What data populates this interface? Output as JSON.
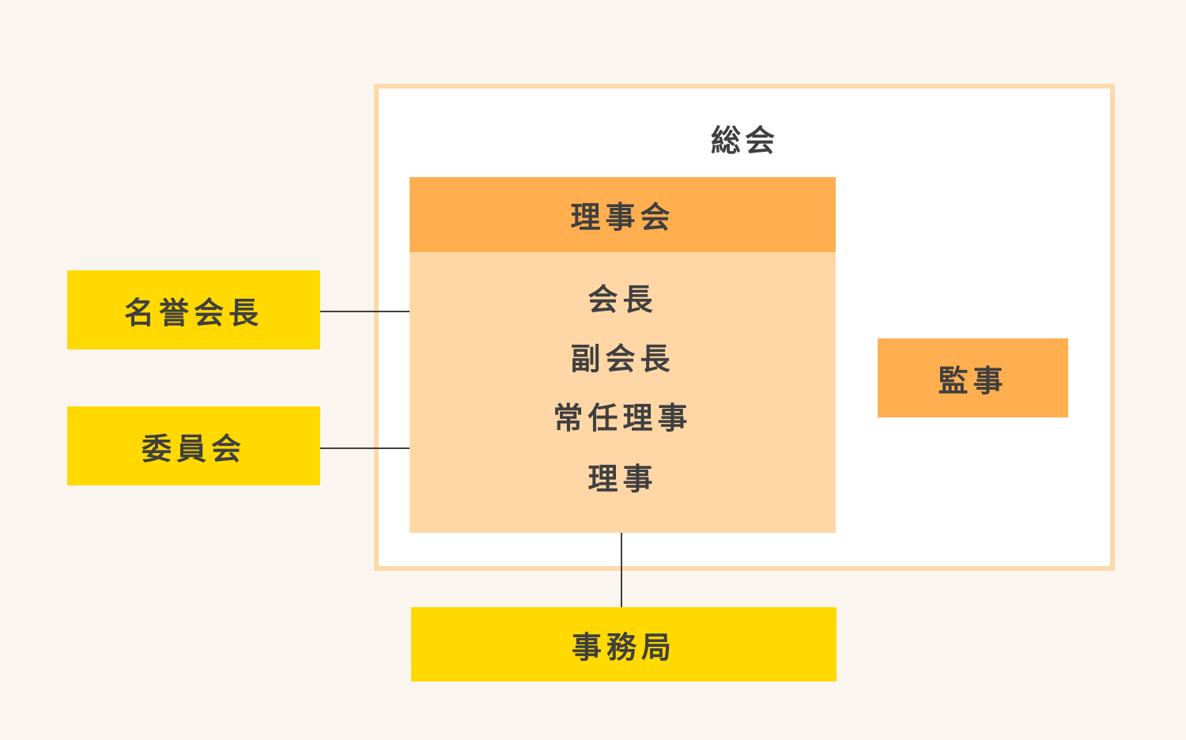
{
  "general_assembly": {
    "label": "総会"
  },
  "board": {
    "header": "理事会",
    "members": [
      "会長",
      "副会長",
      "常任理事",
      "理事"
    ]
  },
  "auditor": {
    "label": "監事"
  },
  "external": {
    "honorary_president": "名誉会長",
    "committee": "委員会",
    "secretariat": "事務局"
  },
  "colors": {
    "background": "#FAF6EF",
    "assembly_border": "#FDD9AA",
    "board_header": "#FFAF50",
    "board_body": "#FFD7A7",
    "auditor": "#FFAF50",
    "external_box": "#FFD900",
    "text": "#3F3F3F",
    "connector": "#3F3F3F"
  }
}
